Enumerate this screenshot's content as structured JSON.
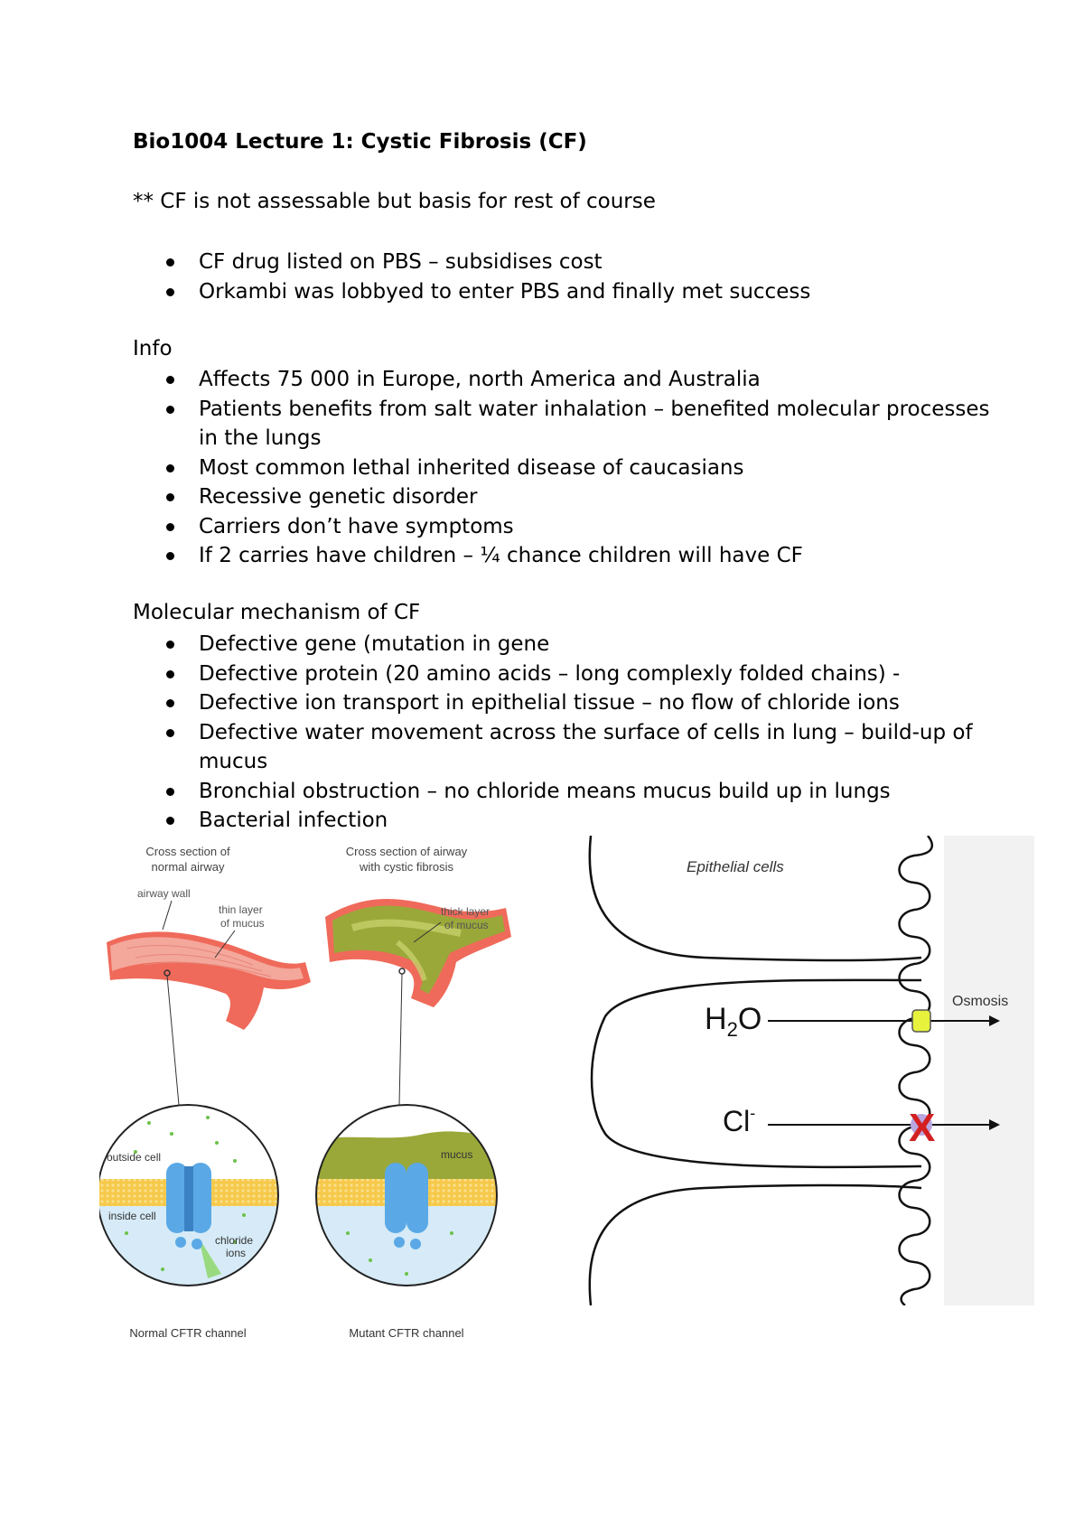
{
  "doc": {
    "title": "Bio1004 Lecture 1: Cystic Fibrosis (CF)",
    "note": "** CF is not assessable but basis for rest of course",
    "intro_bullets": [
      "CF drug listed on PBS – subsidises cost",
      "Orkambi was lobbyed to enter PBS and finally met success"
    ],
    "info_heading": "Info",
    "info_bullets": [
      "Affects 75 000 in Europe, north America and Australia",
      "Patients benefits from salt water inhalation – benefited molecular processes in the lungs",
      "Most common lethal inherited disease of caucasians",
      "Recessive genetic disorder",
      "Carriers don’t have symptoms",
      "If 2 carries have children – ¼ chance children will have CF"
    ],
    "mech_heading": "Molecular mechanism of CF",
    "mech_bullets": [
      "Defective gene (mutation in gene",
      "Defective protein (20 amino acids – long complexly folded chains) -",
      "Defective ion transport in epithelial tissue – no flow of chloride ions",
      "Defective water movement across the surface of cells in lung – build-up of mucus",
      "Bronchial obstruction – no chloride means mucus build up in lungs",
      "Bacterial infection"
    ]
  },
  "figure_airway": {
    "normal_title_1": "Cross section of",
    "normal_title_2": "normal airway",
    "cf_title_1": "Cross section of airway",
    "cf_title_2": "with cystic fibrosis",
    "label_airway_wall": "airway wall",
    "label_thin_1": "thin layer",
    "label_thin_2": "of mucus",
    "label_thick_1": "thick layer",
    "label_thick_2": "of mucus",
    "label_outside": "outside cell",
    "label_inside": "inside cell",
    "label_chloride_1": "chloride",
    "label_chloride_2": "ions",
    "label_mucus": "mucus",
    "caption_normal": "Normal CFTR channel",
    "caption_mutant": "Mutant CFTR channel"
  },
  "figure_epithelial": {
    "label_epithelial": "Epithelial cells",
    "label_osmosis": "Osmosis",
    "label_h2o_h": "H",
    "label_h2o_2": "2",
    "label_h2o_o": "O",
    "label_cl": "Cl",
    "label_cl_minus": "-",
    "blocked_mark": "X"
  },
  "colors": {
    "airway_wall": "#ef6a5a",
    "airway_inner": "#f4a79b",
    "mucus": "#9aa83a",
    "membrane": "#f6c94a",
    "channel": "#5aa9e6",
    "cytoplasm": "#d6ebf7",
    "blocked": "#d42020",
    "pump": "#e6f23c"
  }
}
